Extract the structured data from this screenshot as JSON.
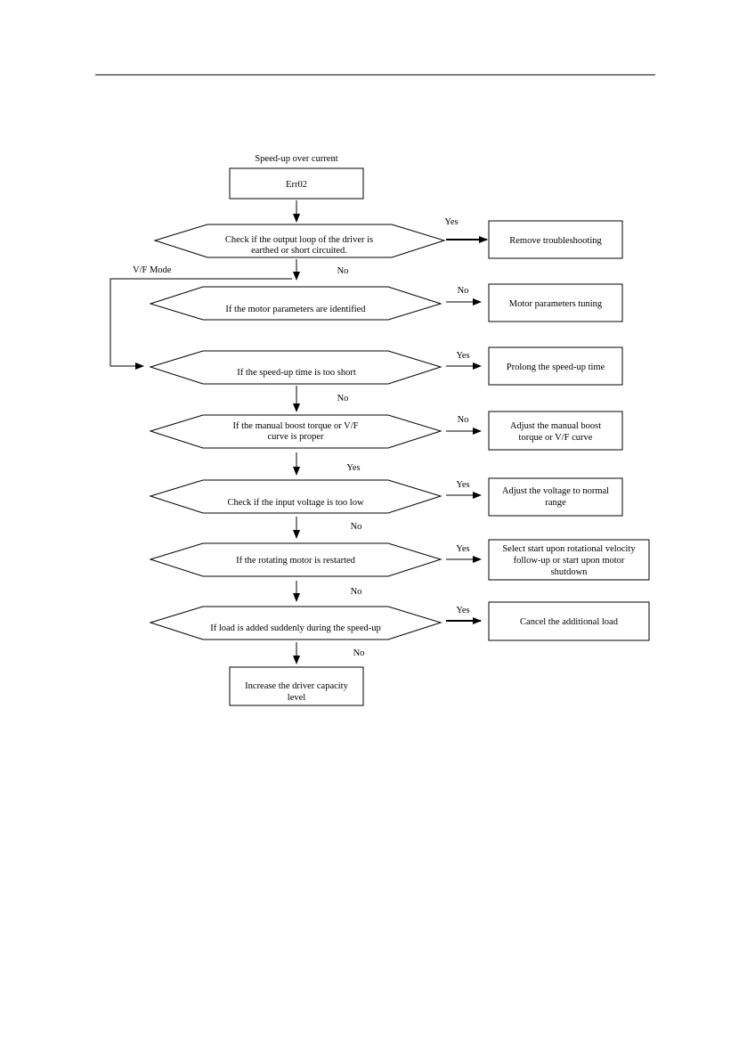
{
  "flow": {
    "title": "Speed-up over current",
    "start": "Err02",
    "decisions": [
      {
        "lines": [
          "Check if the output loop of the driver is",
          "earthed or short circuited."
        ],
        "right_label": "Yes",
        "down_label": "No"
      },
      {
        "lines": [
          "If the motor parameters are identified"
        ],
        "right_label": "No",
        "down_label": ""
      },
      {
        "lines": [
          "If the speed-up time is too short"
        ],
        "right_label": "Yes",
        "down_label": "No"
      },
      {
        "lines": [
          "If the manual boost torque or V/F",
          "curve is proper"
        ],
        "right_label": "No",
        "down_label": "Yes"
      },
      {
        "lines": [
          "Check if the input voltage is too low"
        ],
        "right_label": "Yes",
        "down_label": "No"
      },
      {
        "lines": [
          "If the rotating motor is restarted"
        ],
        "right_label": "Yes",
        "down_label": "No"
      },
      {
        "lines": [
          "If load is added suddenly during the speed-up"
        ],
        "right_label": "Yes",
        "down_label": "No"
      }
    ],
    "actions": [
      {
        "lines": [
          "Remove troubleshooting"
        ]
      },
      {
        "lines": [
          "Motor parameters tuning"
        ]
      },
      {
        "lines": [
          "Prolong the speed-up time"
        ]
      },
      {
        "lines": [
          "Adjust the manual boost",
          "torque or V/F curve"
        ]
      },
      {
        "lines": [
          "Adjust the voltage to normal",
          "range"
        ]
      },
      {
        "lines": [
          "Select start upon rotational velocity",
          "follow-up or start upon motor",
          "shutdown"
        ]
      },
      {
        "lines": [
          "Cancel the additional load"
        ]
      }
    ],
    "vf_mode_label": "V/F Mode",
    "end": {
      "lines": [
        "Increase the driver capacity",
        "level"
      ]
    }
  }
}
